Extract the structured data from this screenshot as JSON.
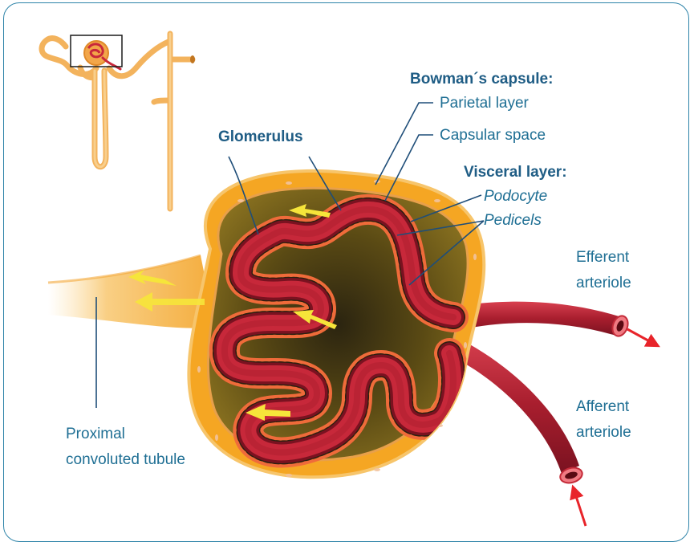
{
  "labels": {
    "bowmans_capsule": "Bowman´s capsule:",
    "parietal_layer": "Parietal layer",
    "capsular_space": "Capsular space",
    "glomerulus": "Glomerulus",
    "visceral_layer": "Visceral layer:",
    "podocyte": "Podocyte",
    "pedicels": "Pedicels",
    "efferent_line1": "Efferent",
    "efferent_line2": "arteriole",
    "afferent_line1": "Afferent",
    "afferent_line2": "arteriole",
    "proximal_line1": "Proximal",
    "proximal_line2": "convoluted tubule"
  },
  "colors": {
    "frame": "#2d83a8",
    "label_text": "#1f6f94",
    "heading_text": "#1f5d85",
    "leader_line": "#1f4e79",
    "capsule_orange": "#f5a623",
    "capsule_light": "#f7c56b",
    "capsular_space": "#7a6418",
    "capillary_dark": "#9a1b2b",
    "capillary_mid": "#c7283a",
    "podocyte_orange": "#ef6b3a",
    "tubule": "#f8c46a",
    "flow_arrow": "#f4e03a",
    "blood_arrow": "#e8242a"
  },
  "icons": {
    "thumbnail": "nephron-thumbnail",
    "main": "renal-corpuscle-illustration"
  }
}
